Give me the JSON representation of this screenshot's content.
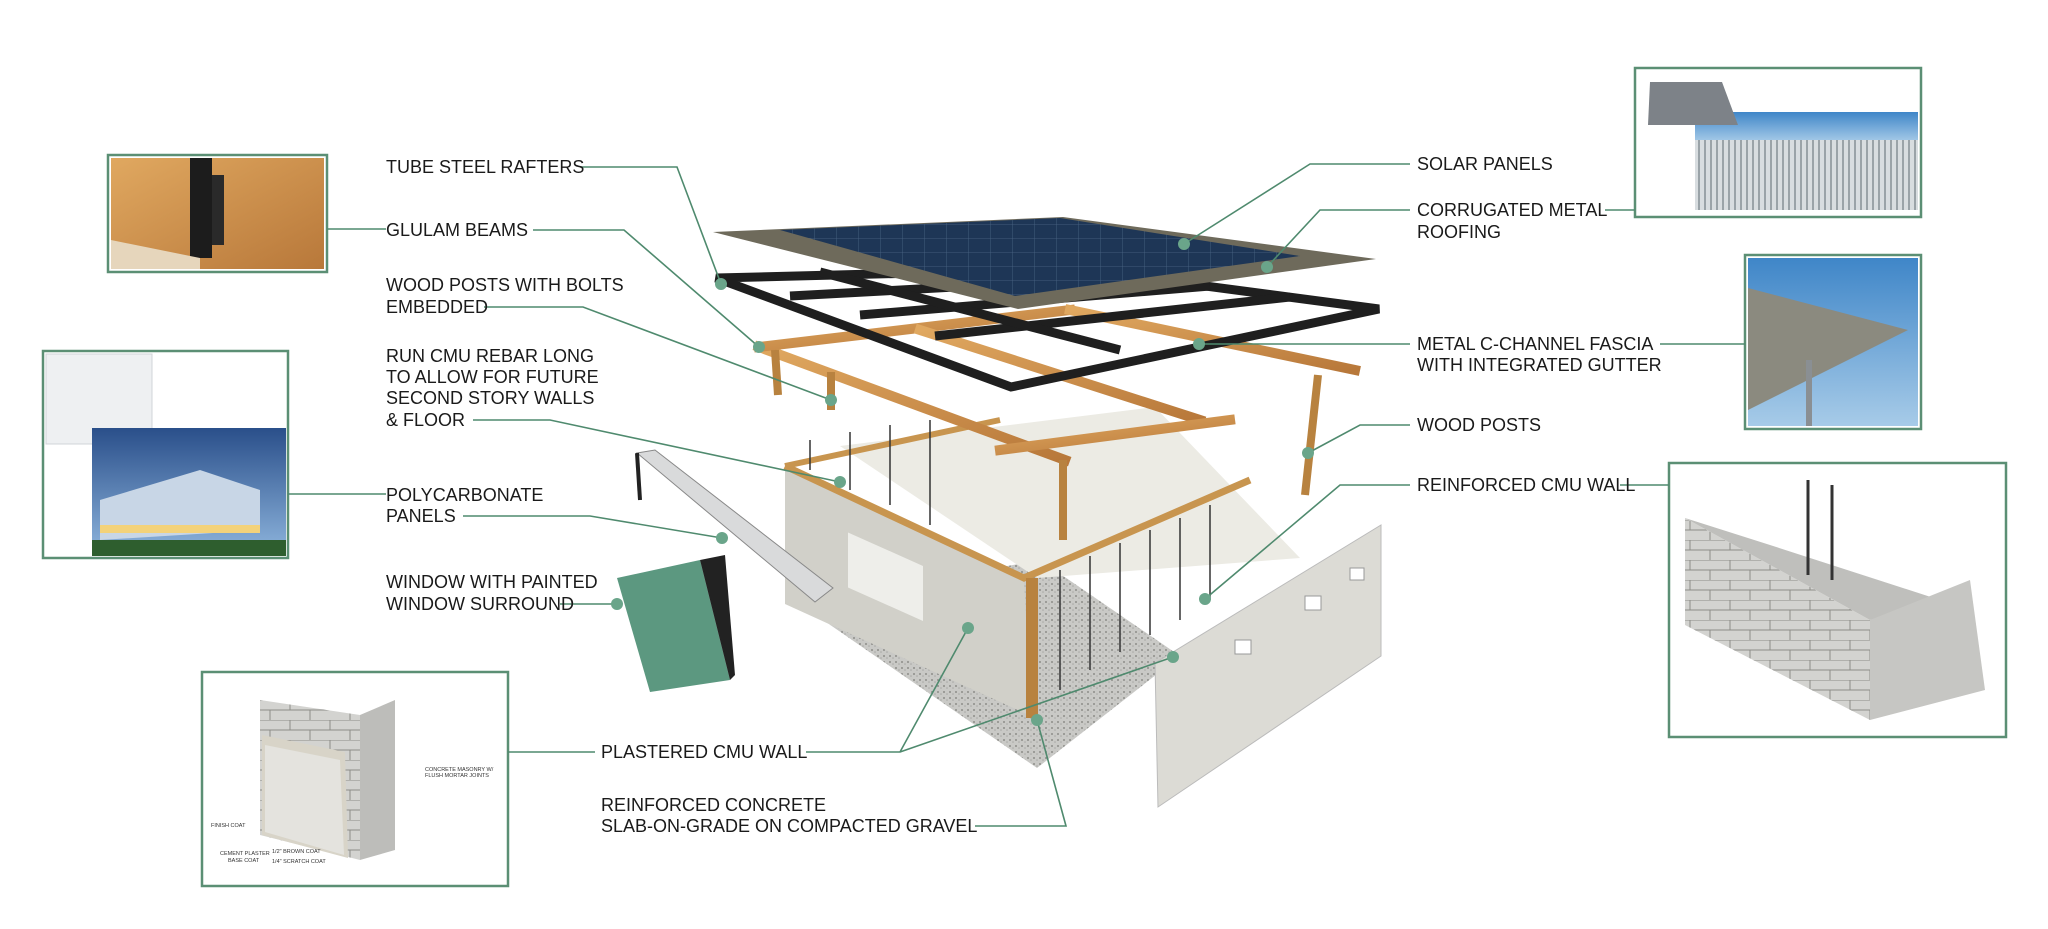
{
  "labels": {
    "tube_steel_rafters": [
      "TUBE STEEL RAFTERS"
    ],
    "glulam_beams": [
      "GLULAM BEAMS"
    ],
    "wood_posts_bolts": [
      "WOOD POSTS WITH BOLTS",
      "EMBEDDED"
    ],
    "cmu_rebar": [
      "RUN CMU REBAR LONG",
      "TO ALLOW FOR FUTURE",
      "SECOND STORY WALLS",
      "& FLOOR"
    ],
    "polycarbonate": [
      "POLYCARBONATE",
      "PANELS"
    ],
    "window": [
      "WINDOW WITH PAINTED",
      "WINDOW SURROUND"
    ],
    "plastered_cmu": [
      "PLASTERED CMU WALL"
    ],
    "slab": [
      "REINFORCED CONCRETE",
      "SLAB-ON-GRADE ON COMPACTED GRAVEL"
    ],
    "solar_panels": [
      "SOLAR PANELS"
    ],
    "corrugated": [
      "CORRUGATED METAL",
      "ROOFING"
    ],
    "fascia": [
      "METAL C-CHANNEL FASCIA",
      "WITH INTEGRATED GUTTER"
    ],
    "wood_posts": [
      "WOOD POSTS"
    ],
    "reinforced_cmu": [
      "REINFORCED CMU WALL"
    ]
  },
  "plaster_detail": {
    "masonry": [
      "CONCRETE MASONRY W/",
      "FLUSH MORTAR JOINTS"
    ],
    "finish": "FINISH COAT",
    "base": [
      "CEMENT PLASTER",
      "BASE COAT"
    ],
    "brown": "1/2\" BROWN COAT",
    "scratch": "1/4\" SCRATCH COAT"
  },
  "colors": {
    "leader": "#4f8a6e",
    "frame": "#5b8f74",
    "wood": "#c8954f",
    "steel": "#222222",
    "solar": "#1f3a5c"
  }
}
